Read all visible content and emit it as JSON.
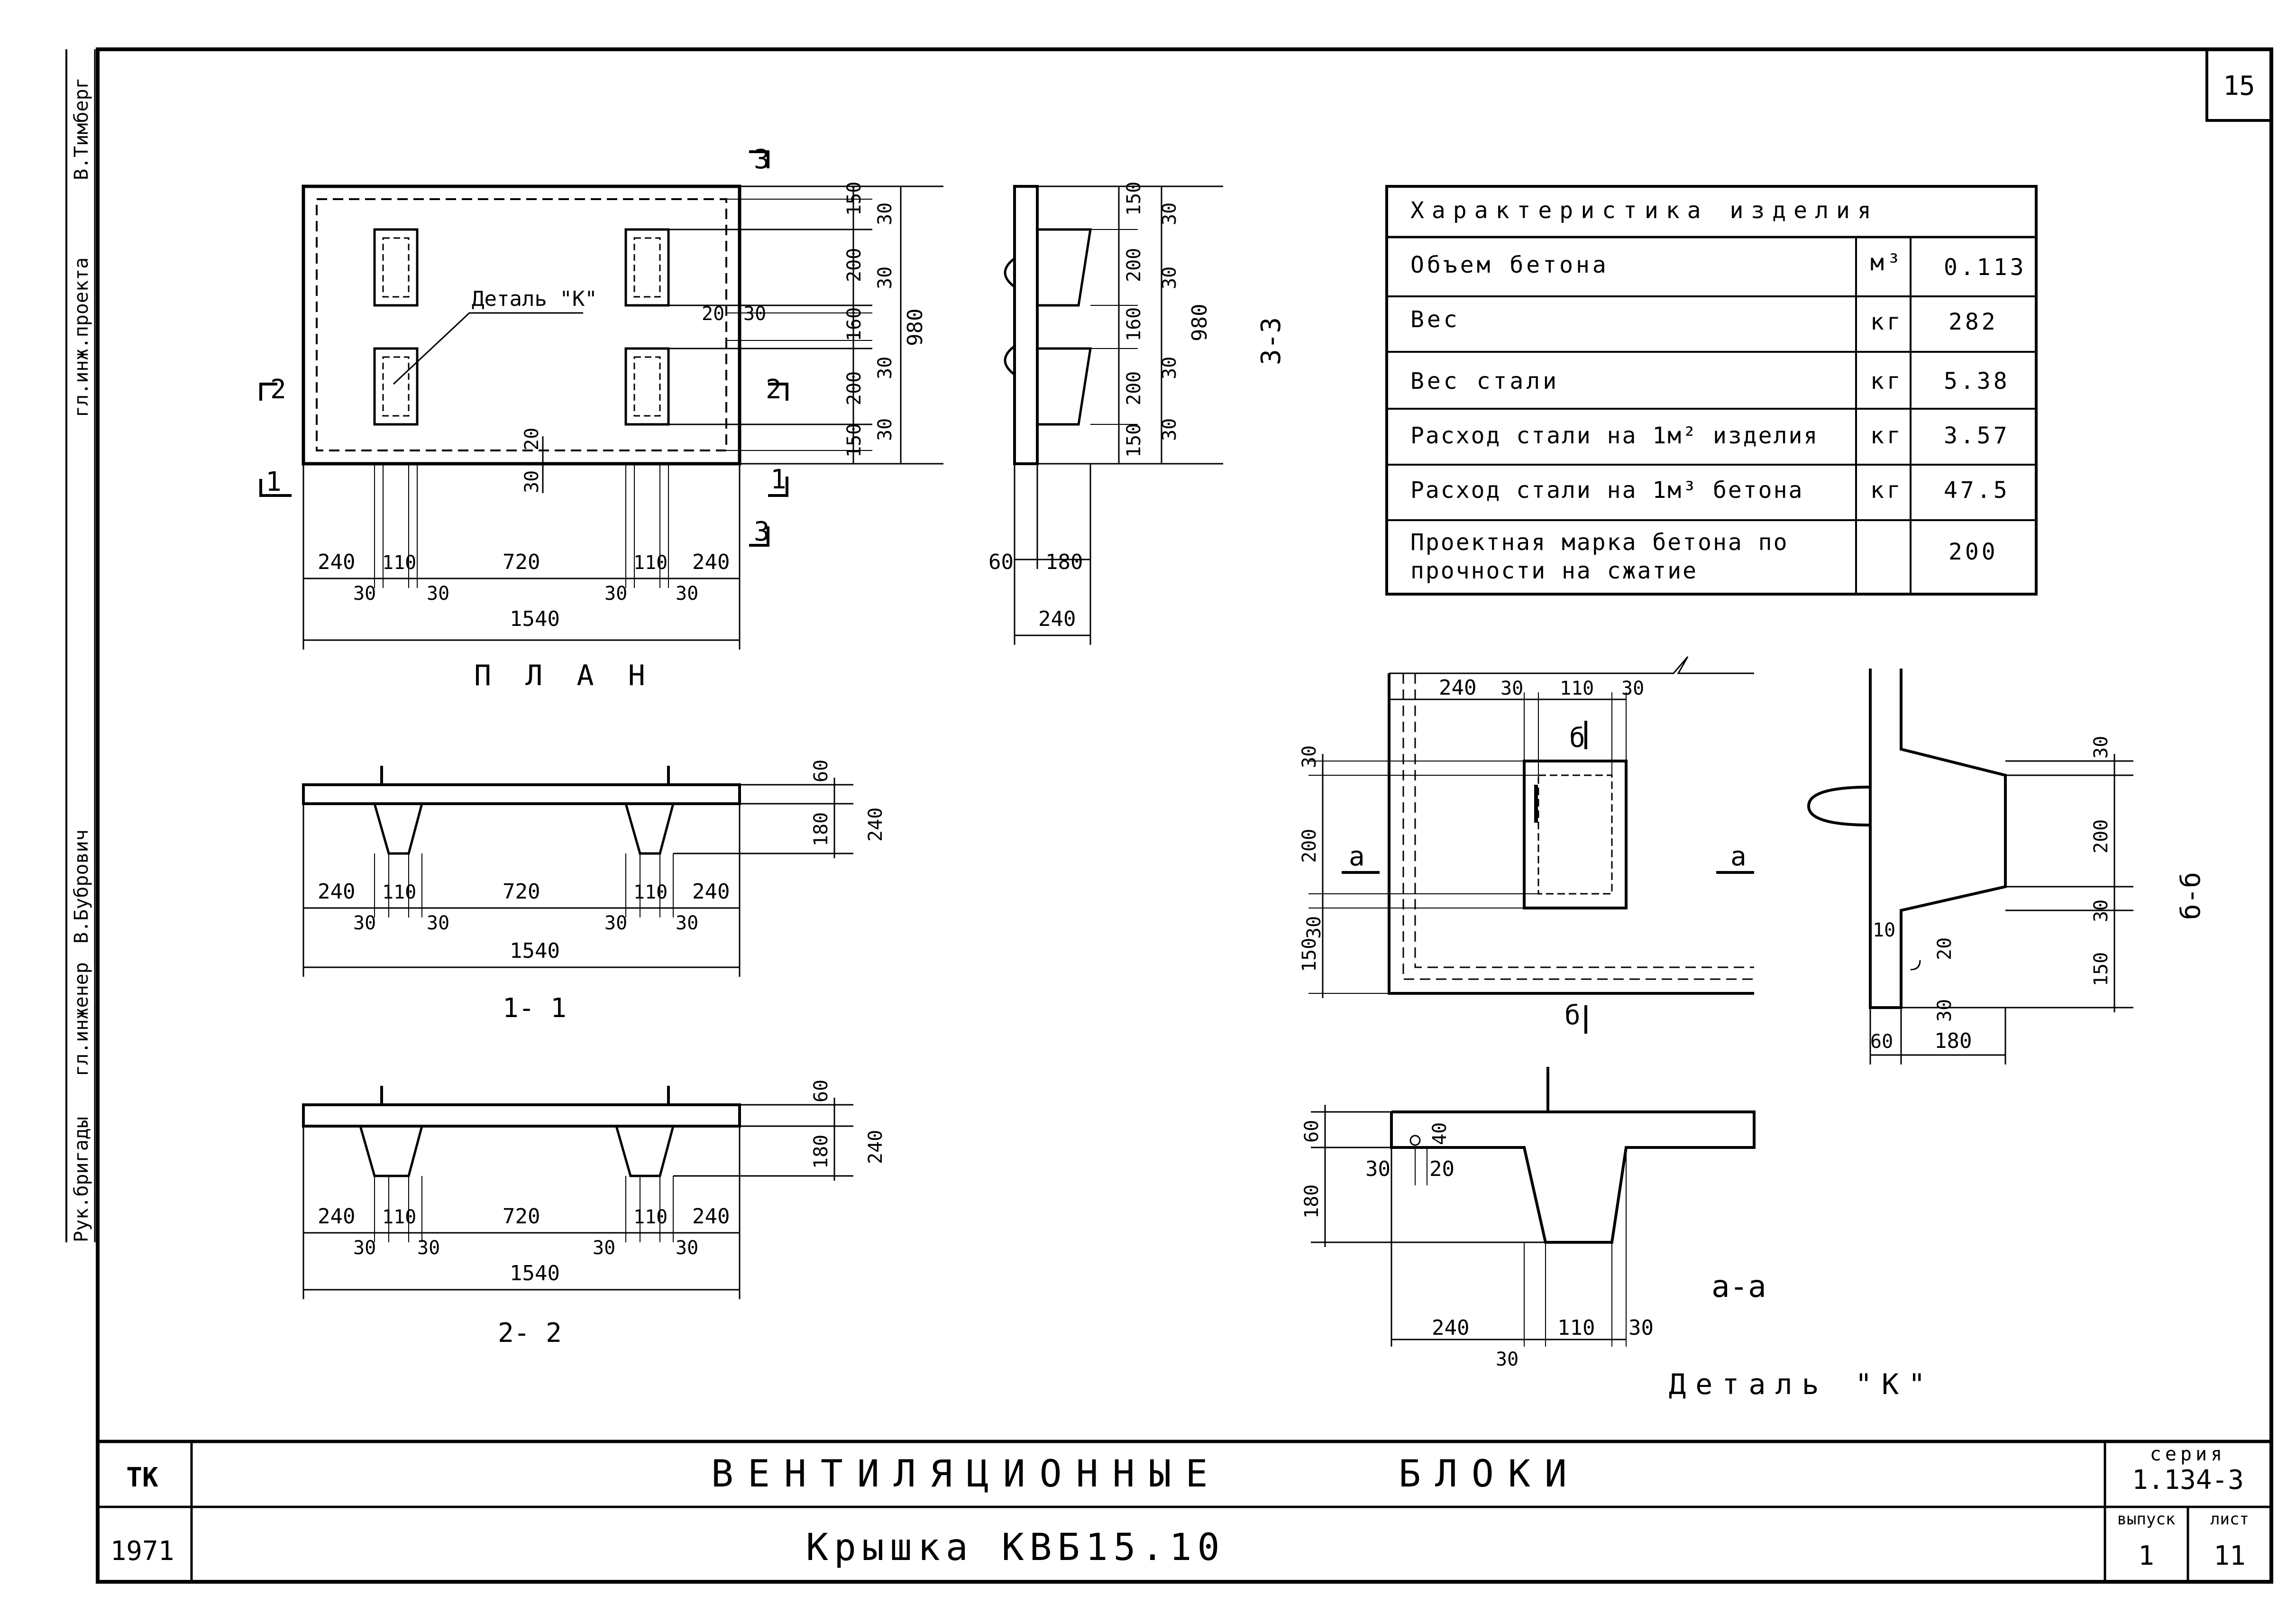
{
  "sheet": {
    "number": "15",
    "title_main": "ВЕНТИЛЯЦИОННЫЕ",
    "title_main2": "БЛОКИ",
    "title_sub": "Крышка  КВБ15.10",
    "logo": "ТК",
    "year": "1971",
    "series_label": "серия",
    "series_value": "1.134-3",
    "issue_label": "выпуск",
    "issue_value": "1",
    "sheet_label": "лист",
    "sheet_value": "11",
    "stamp_left": [
      "Рук.бригады",
      "гл.инженер",
      "гл.инж.проекта",
      "В.Бубрович",
      "В.Тимберг"
    ]
  },
  "characteristics": {
    "header": "Характеристика  изделия",
    "rows": [
      {
        "name": "Объем  бетона",
        "unit": "м³",
        "value": "0.113"
      },
      {
        "name": "Вес",
        "unit": "кг",
        "value": "282"
      },
      {
        "name": "Вес  стали",
        "unit": "кг",
        "value": "5.38"
      },
      {
        "name": "Расход стали на 1м² изделия",
        "unit": "кг",
        "value": "3.57"
      },
      {
        "name": "Расход стали на 1м³ бетона",
        "unit": "кг",
        "value": "47.5"
      },
      {
        "name": "Проектная марка бетона по",
        "name2": "прочности на сжатие",
        "unit": "",
        "value": "200"
      }
    ]
  },
  "views": {
    "plan": "П Л А Н",
    "section_1": "1- 1",
    "section_2": "2- 2",
    "section_3": "3-3",
    "section_aa": "а-а",
    "section_bb": "б-б",
    "detail_k": "Деталь \"К\"",
    "detail_k_leader": "Деталь \"К\""
  },
  "marks": {
    "cut_1": "1",
    "cut_2": "2",
    "cut_3": "3",
    "cut_a": "а",
    "cut_b": "б"
  },
  "dims": {
    "d240": "240",
    "d110": "110",
    "d720": "720",
    "d30": "30",
    "d1540": "1540",
    "d150": "150",
    "d200": "200",
    "d160": "160",
    "d980": "980",
    "d20": "20",
    "d60": "60",
    "d180": "180",
    "d10": "10",
    "d40": "40"
  }
}
